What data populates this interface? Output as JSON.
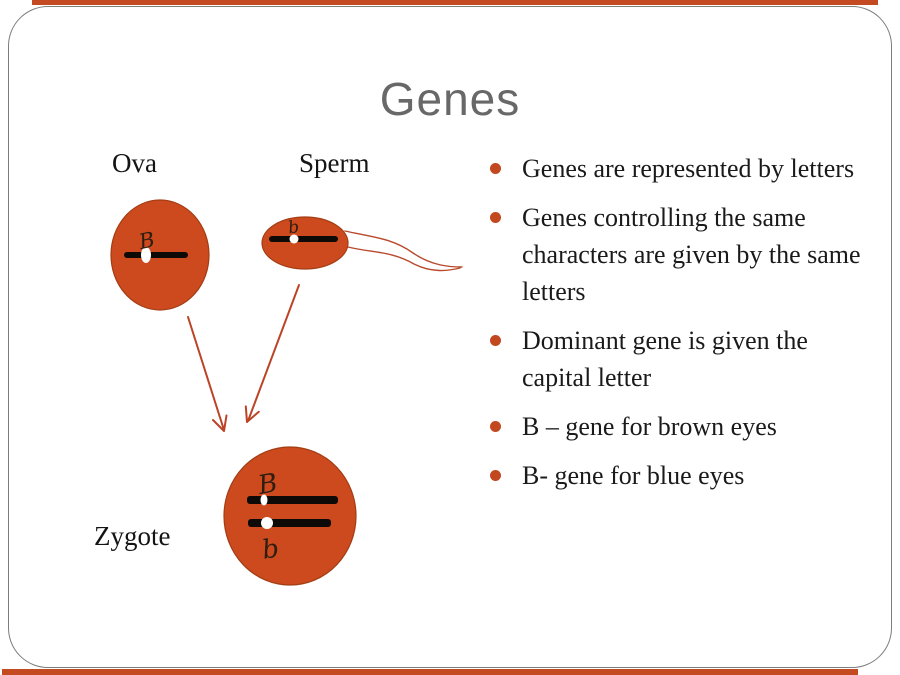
{
  "slide": {
    "title": "Genes",
    "accent_color": "#c44a22",
    "border_color": "#7d7d7d",
    "title_color": "#686868",
    "cell_color": "#cc4a1e",
    "bullet_dot_color": "#c1481f"
  },
  "diagram": {
    "ova": {
      "label": "Ova",
      "allele": "B"
    },
    "sperm": {
      "label": "Sperm",
      "allele": "b"
    },
    "zygote": {
      "label": "Zygote",
      "allele_top": "B",
      "allele_bottom": "b"
    }
  },
  "bullets": [
    {
      "text": "Genes are represented by letters"
    },
    {
      "text": "Genes controlling the same characters are given by the same letters"
    },
    {
      "text": "Dominant gene is given the capital letter"
    },
    {
      "text": "B – gene for brown eyes"
    },
    {
      "text": "B- gene for blue eyes"
    }
  ]
}
